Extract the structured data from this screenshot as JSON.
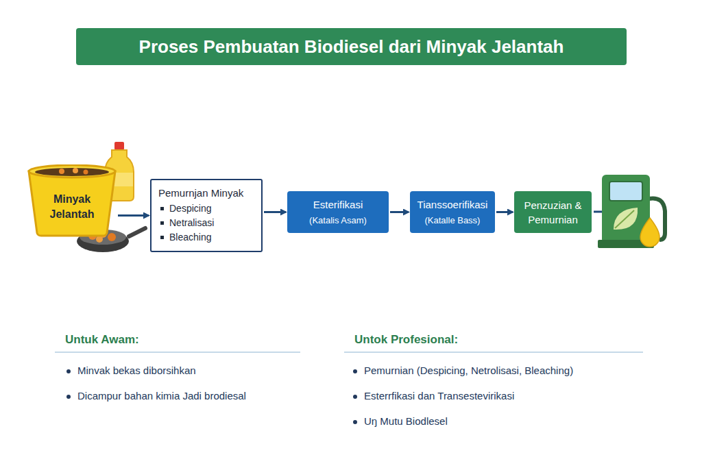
{
  "diagram": {
    "title": "Proses Pembuatan Biodiesel dari Minyak Jelantah",
    "nodes": [
      {
        "text": [
          "Minyak Jelantah"
        ]
      },
      {
        "text": [
          "Pemurnjan Minyak",
          "Despicing",
          "Netralisasi",
          "Bleaching"
        ]
      },
      {
        "text": [
          "Esterifikasi",
          "(Katalis Asam)"
        ]
      },
      {
        "text": [
          "Tianssoerifikasi",
          "(Katalle Bass)"
        ]
      },
      {
        "text": [
          "Penzuzian & Pemurnian"
        ]
      }
    ],
    "edges": [
      {
        "from": 0,
        "to": 1,
        "arrow": "to"
      },
      {
        "from": 1,
        "to": 2,
        "arrow": "to"
      },
      {
        "from": 2,
        "to": 3,
        "arrow": "to"
      },
      {
        "from": 3,
        "to": 4,
        "arrow": "to"
      }
    ],
    "labels": [
      "Untuk Awam:",
      "Minvak bekas diborsihkan",
      "Dicampur bahan kimia Jadi brodiesal",
      "Untok Profesional:",
      "Pemurnian (Despicing, Netrolisasi, Bleaching)",
      "Esterrfikasi dan Transestevirikasi",
      "Uŋ Mutu Biodlesel"
    ]
  }
}
